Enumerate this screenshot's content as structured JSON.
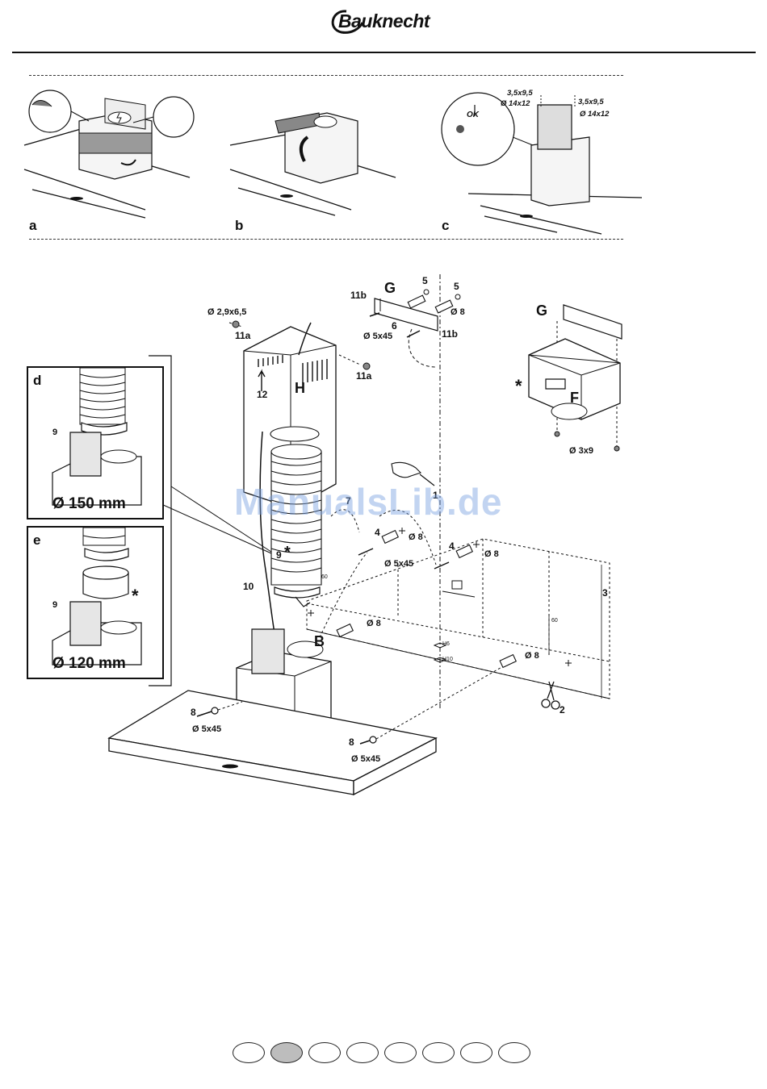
{
  "brand": {
    "name": "Bauknecht"
  },
  "top_steps": [
    {
      "letter": "a"
    },
    {
      "letter": "b"
    },
    {
      "letter": "c"
    }
  ],
  "step_c": {
    "screw_left": "3,5x9,5",
    "dowel_left": "Ø 14x12",
    "screw_right": "3,5x9,5",
    "dowel_right": "Ø 14x12",
    "ok": "OK"
  },
  "inset_d": {
    "letter": "d",
    "part": "9",
    "size": "Ø 150 mm"
  },
  "inset_e": {
    "letter": "e",
    "part": "9",
    "size": "Ø 120 mm",
    "marker": "*"
  },
  "main_labels": {
    "screw_top": "Ø 2,9x6,5",
    "p11a_left": "11a",
    "p11a_right": "11a",
    "p11b_left": "11b",
    "p11b_right": "11b",
    "G": "G",
    "G_filter": "G",
    "p5a": "5",
    "p5b": "5",
    "d8_top": "Ø 8",
    "p6": "6",
    "d5x45_top": "Ø 5x45",
    "H": "H",
    "p12": "12",
    "star_filter": "*",
    "F": "F",
    "d3x9": "Ø 3x9",
    "p1": "1",
    "p7": "7",
    "p4a": "4",
    "d8_a": "Ø 8",
    "d5x45_mid": "Ø 5x45",
    "p4b": "4",
    "d8_b": "Ø 8",
    "p9star": "9",
    "star_duct": "*",
    "p10": "10",
    "dim60a": "60",
    "p3": "3",
    "dim60b": "60",
    "d8_c": "Ø 8",
    "B": "B",
    "H6": "H6",
    "H10": "H10",
    "d8_d": "Ø 8",
    "p2": "2",
    "p8a": "8",
    "d5x45_a": "Ø 5x45",
    "p8b": "8",
    "d5x45_b": "Ø 5x45"
  },
  "watermark": "ManualsLib.de",
  "pager": {
    "count": 8,
    "active_index": 1
  }
}
